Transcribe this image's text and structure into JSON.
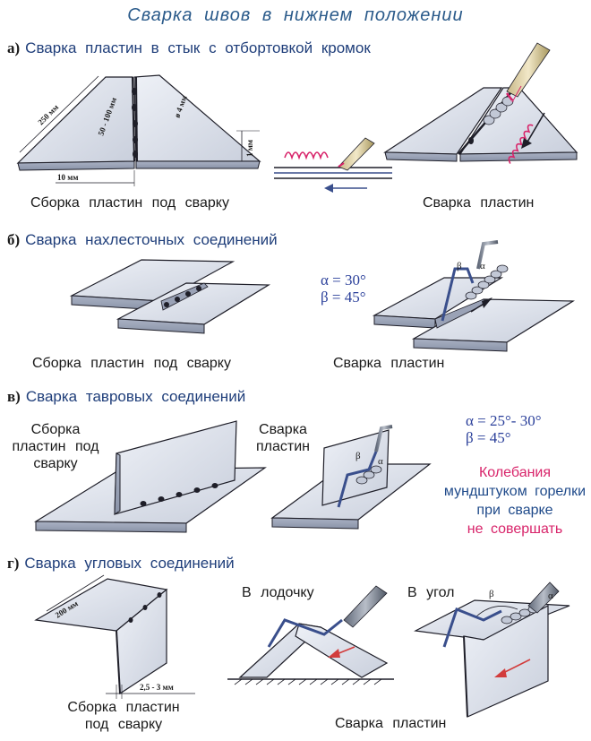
{
  "title": "Сварка швов в нижнем положении",
  "sections": [
    {
      "letter": "а)",
      "heading": "Сварка пластин в стык с отбортовкой кромок",
      "captions": [
        "Сборка пластин под сварку",
        "Сварка пластин"
      ],
      "dimensions": [
        "250 мм",
        "50 - 100 мм",
        "ø 4 мм",
        "1 мм",
        "10 мм"
      ]
    },
    {
      "letter": "б)",
      "heading": "Сварка нахлесточных соединений",
      "captions": [
        "Сборка пластин под сварку",
        "Сварка пластин"
      ],
      "angles": [
        "α = 30°",
        "β = 45°"
      ]
    },
    {
      "letter": "в)",
      "heading": "Сварка тавровых соединений",
      "captions": [
        "Сборка пластин под сварку",
        "Сварка пластин"
      ],
      "angles": [
        "α = 25°- 30°",
        "β = 45°"
      ],
      "note": [
        "Колебания",
        "мундштуком горелки",
        "при сварке",
        "не совершать"
      ]
    },
    {
      "letter": "г)",
      "heading": "Сварка угловых соединений",
      "captions": [
        "Сборка пластин под сварку",
        "Сварка пластин"
      ],
      "sublabels": [
        "В лодочку",
        "В угол"
      ],
      "dimensions": [
        "200 мм",
        "2,5 - 3 мм"
      ]
    }
  ],
  "greek": {
    "alpha": "α",
    "beta": "β"
  },
  "colors": {
    "plate": "#e4e8f0",
    "plate_edge": "#1e1e28",
    "arc": "#d8246a",
    "arrow": "#d23c3c",
    "title": "#2a5a8a",
    "torch": "#3a4f8c"
  }
}
